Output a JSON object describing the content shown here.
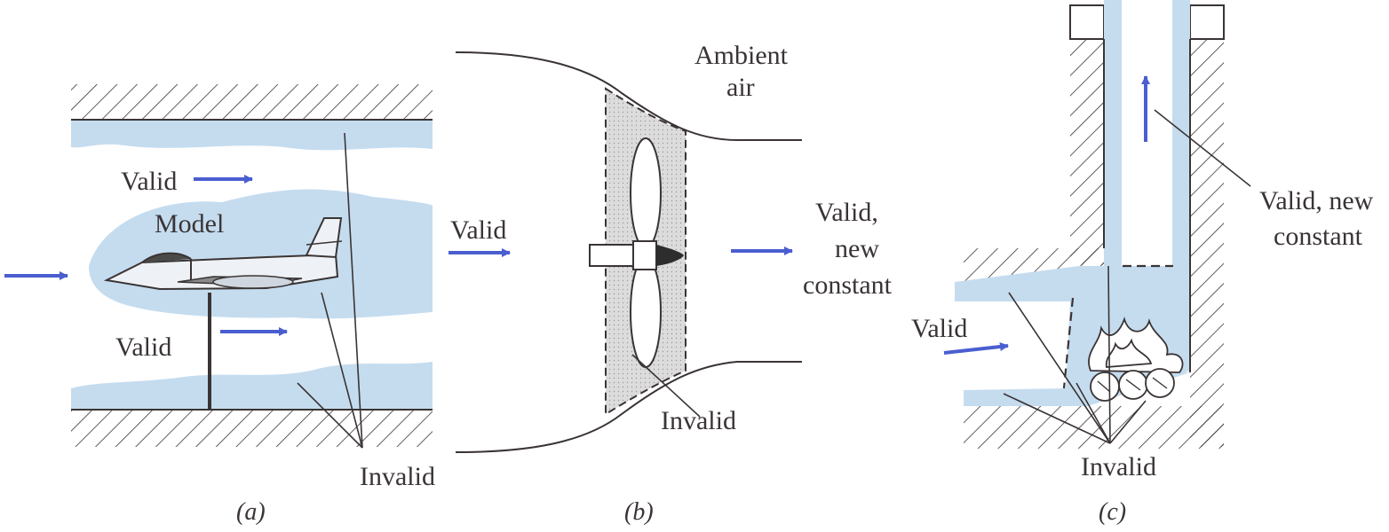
{
  "panel_a": {
    "labels": {
      "valid_upper": "Valid",
      "model": "Model",
      "valid_lower": "Valid",
      "invalid": "Invalid"
    },
    "caption": "(a)"
  },
  "panel_b": {
    "labels": {
      "ambient_line1": "Ambient",
      "ambient_line2": "air",
      "valid_left": "Valid",
      "valid_new_line1": "Valid,",
      "valid_new_line2": "new",
      "valid_new_line3": "constant",
      "invalid": "Invalid"
    },
    "caption": "(b)"
  },
  "panel_c": {
    "labels": {
      "valid_new_line1": "Valid, new",
      "valid_new_line2": "constant",
      "valid_left": "Valid",
      "invalid": "Invalid"
    },
    "caption": "(c)"
  },
  "colors": {
    "valid_fill": "#c5dcef",
    "arrow": "#4a5ed0",
    "invalid_fill": "#d9d9d9",
    "ink": "#3a3434",
    "hatch": "#3a3434"
  }
}
